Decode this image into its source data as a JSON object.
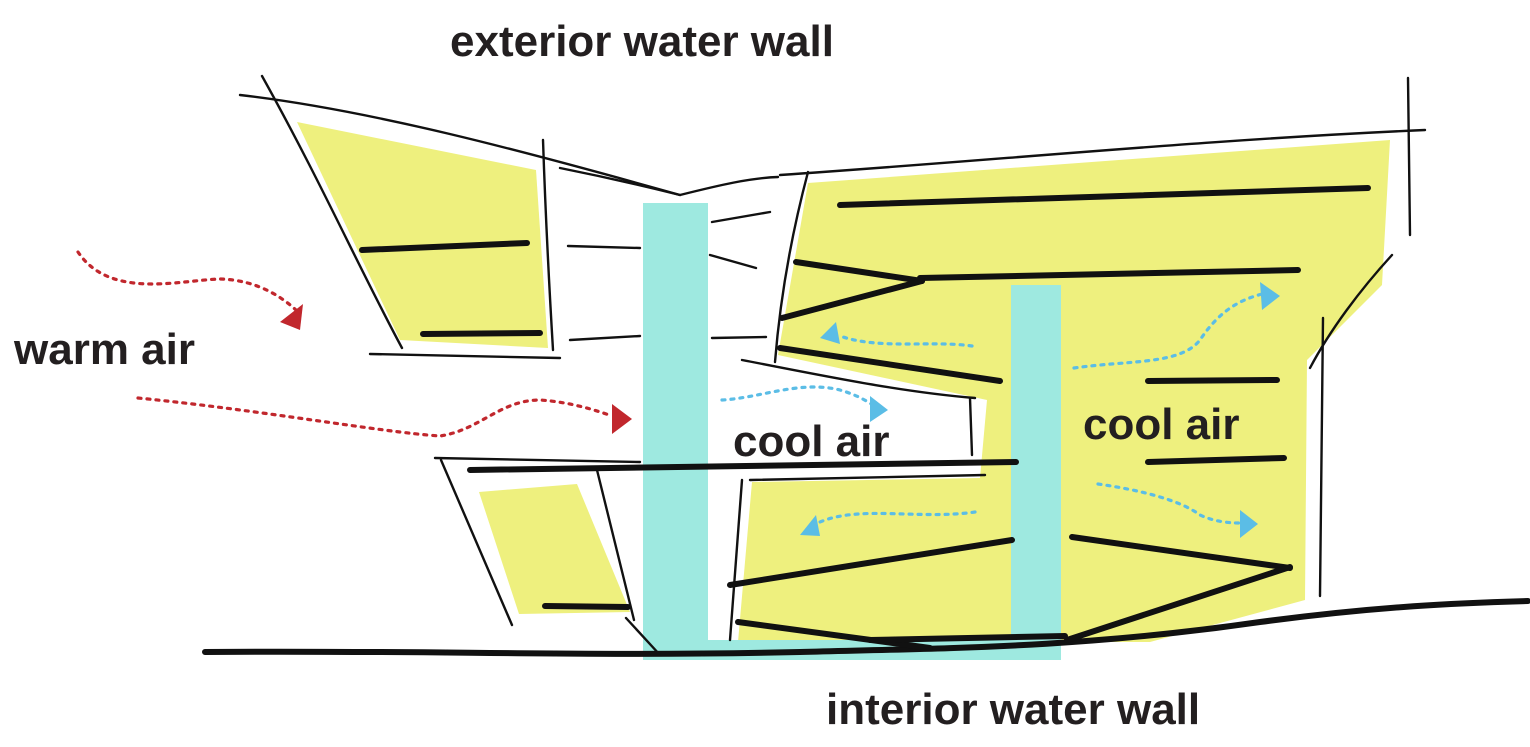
{
  "labels": {
    "exterior_water_wall": "exterior water wall",
    "warm_air": "warm air",
    "cool_air_center": "cool air",
    "cool_air_right": "cool air",
    "interior_water_wall": "interior water wall"
  },
  "colors": {
    "ink": "#111111",
    "label_text": "#231f20",
    "floor_fill": "#eef07e",
    "water_wall": "#9ee9e0",
    "warm_air_flow": "#c1272d",
    "cool_air_flow": "#5bbde6"
  }
}
